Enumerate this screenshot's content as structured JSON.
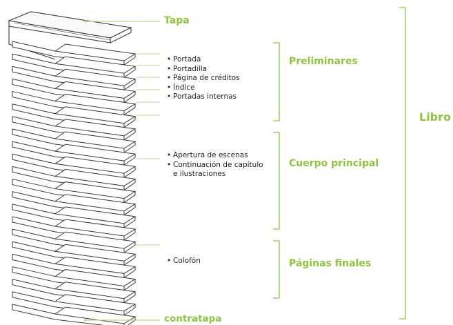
{
  "colors": {
    "accent": "#8cc63f",
    "leader": "#b5d98a",
    "page_stroke": "#3a3a3a",
    "text": "#222222"
  },
  "labels": {
    "tapa": "Tapa",
    "contratapa": "contratapa",
    "libro": "Libro"
  },
  "sections": {
    "preliminares": {
      "title": "Preliminares",
      "items": [
        "Portada",
        "Portadilla",
        "Página de créditos",
        "Índice",
        "Portadas internas"
      ]
    },
    "cuerpo": {
      "title": "Cuerpo principal",
      "items": [
        "Apertura de escenas",
        "Continuación de capítulo",
        "e ilustraciones"
      ]
    },
    "finales": {
      "title": "Páginas finales",
      "items": [
        "Colofón"
      ]
    }
  },
  "icons": {
    "bullet": "•"
  }
}
